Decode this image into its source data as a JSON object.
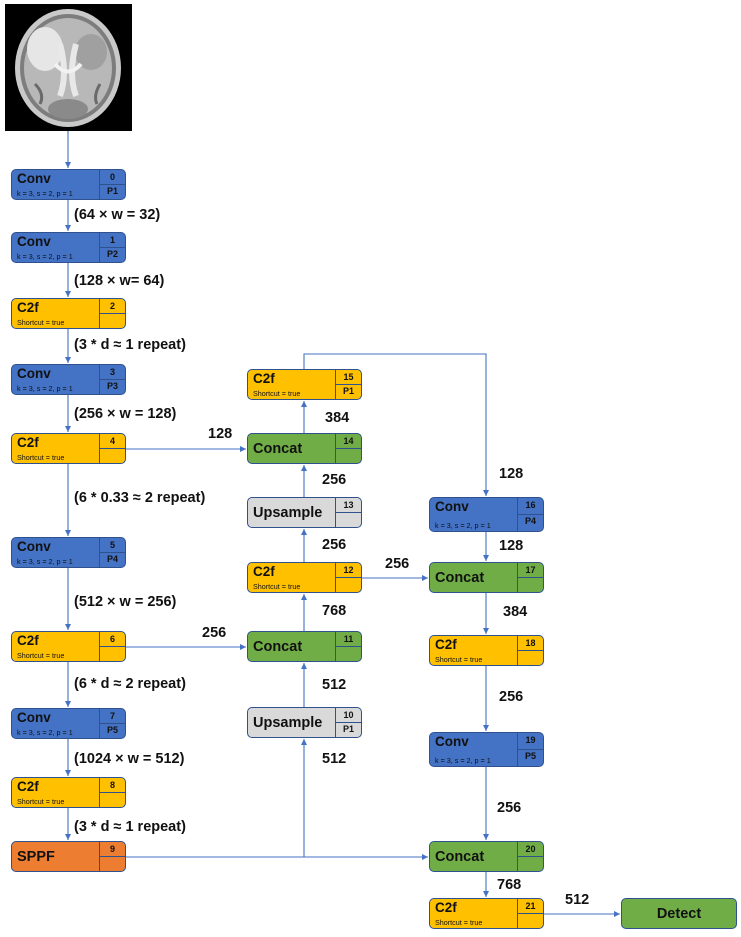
{
  "colors": {
    "conv": "#4472c4",
    "c2f": "#ffc000",
    "concat": "#70ad47",
    "upsample": "#d9d9d9",
    "sppf": "#ed7d31",
    "detect": "#70ad47",
    "border": "#2f528f",
    "arrow": "#4472c4"
  },
  "image": {
    "alt": "brain MRI scan"
  },
  "blocks": {
    "b0": {
      "name": "Conv",
      "params": "k = 3, s = 2, p = 1",
      "index": "0",
      "level": "P1"
    },
    "b1": {
      "name": "Conv",
      "params": "k = 3, s = 2, p = 1",
      "index": "1",
      "level": "P2"
    },
    "b2": {
      "name": "C2f",
      "params": "Shortcut = true",
      "index": "2",
      "level": ""
    },
    "b3": {
      "name": "Conv",
      "params": "k = 3, s = 2, p = 1",
      "index": "3",
      "level": "P3"
    },
    "b4": {
      "name": "C2f",
      "params": "Shortcut = true",
      "index": "4",
      "level": ""
    },
    "b5": {
      "name": "Conv",
      "params": "k = 3, s = 2, p = 1",
      "index": "5",
      "level": "P4"
    },
    "b6": {
      "name": "C2f",
      "params": "Shortcut = true",
      "index": "6",
      "level": ""
    },
    "b7": {
      "name": "Conv",
      "params": "k = 3, s = 2, p = 1",
      "index": "7",
      "level": "P5"
    },
    "b8": {
      "name": "C2f",
      "params": "Shortcut = true",
      "index": "8",
      "level": ""
    },
    "b9": {
      "name": "SPPF",
      "index": "9",
      "level": ""
    },
    "b10": {
      "name": "Upsample",
      "index": "10",
      "level": "P1"
    },
    "b11": {
      "name": "Concat",
      "index": "11",
      "level": ""
    },
    "b12": {
      "name": "C2f",
      "params": "Shortcut = true",
      "index": "12",
      "level": ""
    },
    "b13": {
      "name": "Upsample",
      "index": "13",
      "level": ""
    },
    "b14": {
      "name": "Concat",
      "index": "14",
      "level": ""
    },
    "b15": {
      "name": "C2f",
      "params": "Shortcut = true",
      "index": "15",
      "level": "P1"
    },
    "b16": {
      "name": "Conv",
      "params": "k = 3, s = 2, p = 1",
      "index": "16",
      "level": "P4"
    },
    "b17": {
      "name": "Concat",
      "index": "17",
      "level": ""
    },
    "b18": {
      "name": "C2f",
      "params": "Shortcut = true",
      "index": "18",
      "level": ""
    },
    "b19": {
      "name": "Conv",
      "params": "k = 3, s = 2, p = 1",
      "index": "19",
      "level": "P5"
    },
    "b20": {
      "name": "Concat",
      "index": "20",
      "level": ""
    },
    "b21": {
      "name": "C2f",
      "params": "Shortcut = true",
      "index": "21",
      "level": ""
    },
    "detect": {
      "name": "Detect"
    }
  },
  "labels": {
    "l0": "(64 × w = 32)",
    "l1": "(128 × w= 64)",
    "l2": "(3 * d ≈ 1 repeat)",
    "l3": "(256 × w = 128)",
    "l4": "(6 * 0.33 ≈ 2 repeat)",
    "l5": "(512 × w = 256)",
    "l6": "(6 * d ≈ 2 repeat)",
    "l7": "(1024 × w = 512)",
    "l8": "(3 * d ≈ 1 repeat)",
    "e4_14": "128",
    "e6_11": "256",
    "e9_10": "512",
    "e10_11": "512",
    "e11_12": "768",
    "e12_13": "256",
    "e13_14": "256",
    "e14_15": "384",
    "e12_17": "256",
    "e15_16": "128",
    "e16_17": "128",
    "e17_18": "384",
    "e18_19": "256",
    "e19_20": "256",
    "e20_21": "768",
    "e21_det": "512"
  }
}
